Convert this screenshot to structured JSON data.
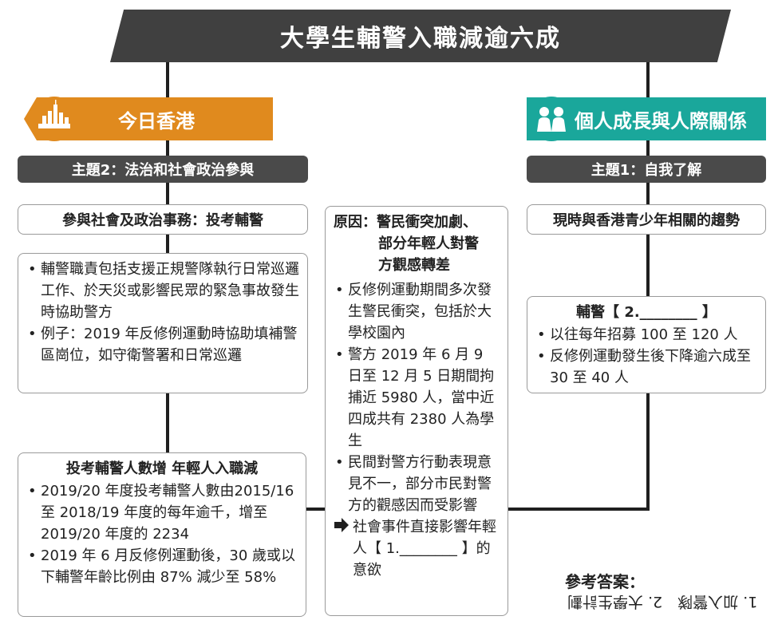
{
  "title": "大學生輔警入職減逾六成",
  "left_category": {
    "label": "今日香港",
    "icon": "skyline-icon",
    "color": "#e08a1e"
  },
  "right_category": {
    "label": "個人成長與人際關係",
    "icon": "people-icon",
    "color": "#1aa79b"
  },
  "left_theme": "主題2：法治和社會政治參與",
  "right_theme": "主題1：自我了解",
  "left_top_box": "參與社會及政治事務：投考輔警",
  "left_mid_box": {
    "bullets": [
      "輔警職責包括支援正規警隊執行日常巡邏工作、於天災或影響民眾的緊急事故發生時協助警方",
      "例子：2019 年反修例運動時協助填補警區崗位，如守衛警署和日常巡邏"
    ]
  },
  "left_bottom_box": {
    "heading": "投考輔警人數增 年輕人入職減",
    "bullets": [
      "2019/20 年度投考輔警人數由2015/16 至 2018/19 年度的每年逾千，增至 2019/20 年度的 2234",
      "2019 年 6 月反修例運動後，30 歲或以下輔警年齡比例由 87% 減少至 58%"
    ]
  },
  "center_box": {
    "heading_line1": "原因：警民衝突加劇、",
    "heading_line2": "部分年輕人對警",
    "heading_line3": "方觀感轉差",
    "bullets": [
      "反修例運動期間多次發生警民衝突，包括於大學校園內",
      "警方 2019 年 6 月 9 日至 12 月 5 日期間拘捕近 5980 人，當中近四成共有 2380 人為學生",
      "民間對警方行動表現意見不一，部分市民對警方的觀感因而受影響"
    ],
    "arrow_text": "社會事件直接影響年輕人【 1.________ 】的意欲"
  },
  "right_top_box": "現時與香港青少年相關的趨勢",
  "right_mid_box": {
    "heading": "輔警【 2.________ 】",
    "bullets": [
      "以往每年招募 100 至 120 人",
      "反修例運動發生後下降逾六成至 30 至 40 人"
    ]
  },
  "answers": {
    "heading": "參考答案：",
    "text": "1. 加入警隊　2. 大學生計劃"
  },
  "colors": {
    "banner": "#404040",
    "left_accent": "#e08a1e",
    "right_accent": "#1aa79b",
    "theme_bar": "#4a4a4a"
  }
}
